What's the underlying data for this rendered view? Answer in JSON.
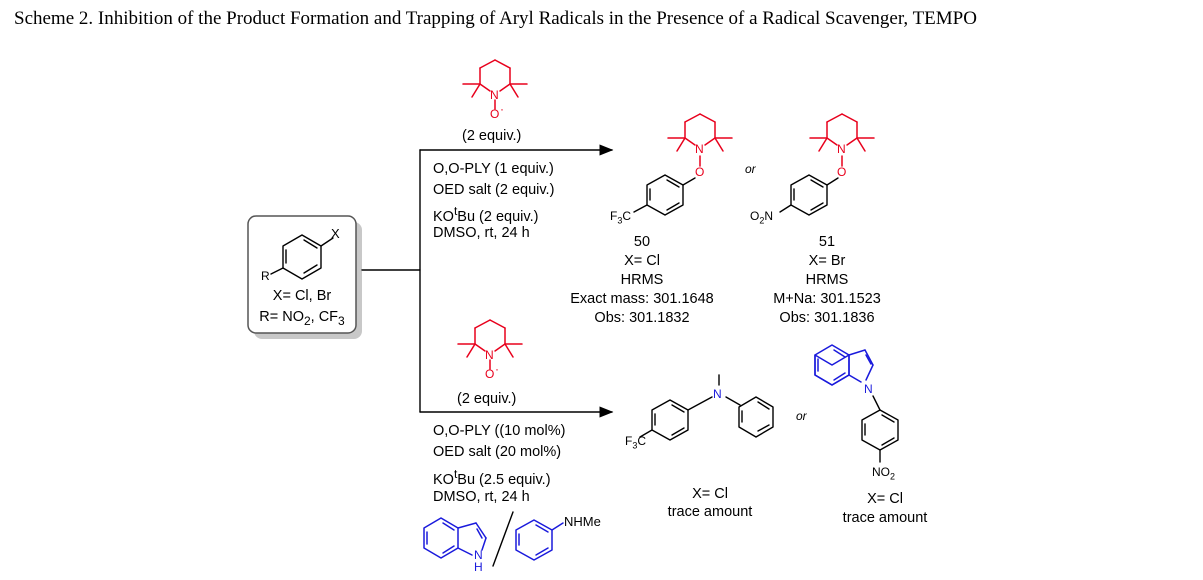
{
  "title": "Scheme 2. Inhibition of the Product Formation and Trapping of Aryl Radicals in the Presence of a Radical Scavenger, TEMPO",
  "substrate": {
    "line1": "X= Cl, Br",
    "line2_prefix": "R= NO",
    "line2_sub1": "2",
    "line2_mid": ", CF",
    "line2_sub2": "3",
    "atom_x": "X",
    "atom_r": "R"
  },
  "top_reaction": {
    "tempo_equiv": "(2 equiv.)",
    "cond1": "O,O-PLY (1 equiv.)",
    "cond2": "OED salt (2 equiv.)",
    "cond3_pre": "KO",
    "cond3_sup": "t",
    "cond3_post": "Bu (2 equiv.)",
    "cond4": "DMSO, rt, 24 h"
  },
  "bottom_reaction": {
    "tempo_equiv": "(2 equiv.)",
    "cond1": "O,O-PLY ((10 mol%)",
    "cond2": "OED salt (20 mol%)",
    "cond3_pre": "KO",
    "cond3_sup": "t",
    "cond3_post": "Bu (2.5 equiv.)",
    "cond4": "DMSO, rt, 24 h",
    "nhme": "NHMe",
    "indole_n": "N",
    "indole_h": "H"
  },
  "product50": {
    "number": "50",
    "x": "X= Cl",
    "method": "HRMS",
    "mass": "Exact mass: 301.1648",
    "obs": "Obs: 301.1832",
    "subst_pre": "F",
    "subst_sub": "3",
    "subst_post": "C"
  },
  "product51": {
    "number": "51",
    "x": "X= Br",
    "method": "HRMS",
    "mass": "M+Na: 301.1523",
    "obs": "Obs: 301.1836",
    "subst_pre": "O",
    "subst_sub": "2",
    "subst_post": "N"
  },
  "product_amine": {
    "x": "X= Cl",
    "note": "trace amount",
    "subst_pre": "F",
    "subst_sub": "3",
    "subst_post": "C",
    "atom_n": "N"
  },
  "product_indole": {
    "x": "X= Cl",
    "note": "trace amount",
    "subst_pre": "NO",
    "subst_sub": "2",
    "atom_n": "N"
  },
  "or_text": "or",
  "atoms": {
    "n": "N",
    "o": "O",
    "o_radical": "O"
  },
  "colors": {
    "tempo": "#e8001c",
    "indole": "#1a1adc",
    "text": "#000000",
    "box_border": "#555555",
    "box_shadow": "#c8c8c8"
  }
}
